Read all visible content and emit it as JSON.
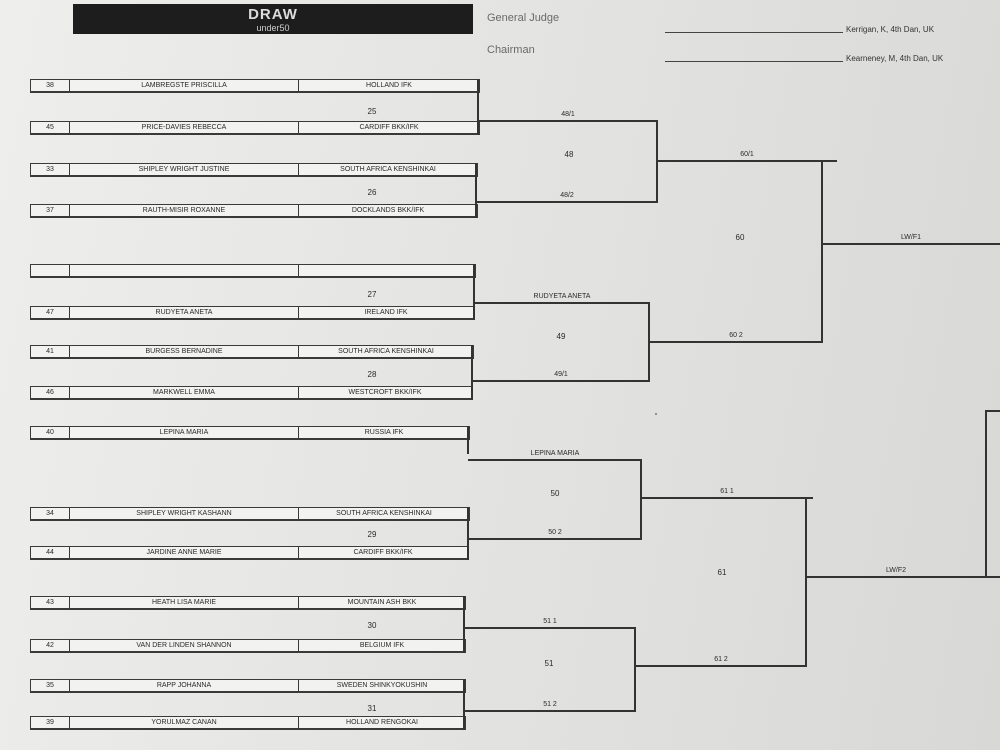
{
  "header": {
    "title": "DRAW",
    "subtitle": "under50",
    "general_judge_label": "General Judge",
    "general_judge_value": "Kerrigan, K, 4th Dan, UK",
    "chairman_label": "Chairman",
    "chairman_value": "Kearneney, M, 4th Dan, UK"
  },
  "entries": [
    {
      "no": "38",
      "name": "LAMBREGSTE PRISCILLA",
      "club": "HOLLAND IFK"
    },
    {
      "no": "45",
      "name": "PRICE-DAVIES REBECCA",
      "club": "CARDIFF BKK/IFK"
    },
    {
      "no": "33",
      "name": "SHIPLEY WRIGHT JUSTINE",
      "club": "SOUTH AFRICA KENSHINKAI"
    },
    {
      "no": "37",
      "name": "RAUTH-MISIR ROXANNE",
      "club": "DOCKLANDS BKK/IFK"
    },
    {
      "no": "",
      "name": "",
      "club": ""
    },
    {
      "no": "47",
      "name": "RUDYETA ANETA",
      "club": "IRELAND IFK"
    },
    {
      "no": "41",
      "name": "BURGESS BERNADINE",
      "club": "SOUTH AFRICA KENSHINKAI"
    },
    {
      "no": "46",
      "name": "MARKWELL EMMA",
      "club": "WESTCROFT BKK/IFK"
    },
    {
      "no": "40",
      "name": "LEPINA MARIA",
      "club": "RUSSIA IFK"
    },
    {
      "no": "34",
      "name": "SHIPLEY WRIGHT KASHANN",
      "club": "SOUTH AFRICA KENSHINKAI"
    },
    {
      "no": "44",
      "name": "JARDINE ANNE MARIE",
      "club": "CARDIFF BKK/IFK"
    },
    {
      "no": "43",
      "name": "HEATH LISA MARIE",
      "club": "MOUNTAIN ASH BKK"
    },
    {
      "no": "42",
      "name": "VAN DER LINDEN SHANNON",
      "club": "BELGIUM IFK"
    },
    {
      "no": "35",
      "name": "RAPP JOHANNA",
      "club": "SWEDEN SHINKYOKUSHIN"
    },
    {
      "no": "39",
      "name": "YORULMAZ CANAN",
      "club": "HOLLAND RENGOKAI"
    }
  ],
  "matches": {
    "m25": "25",
    "m26": "26",
    "m27": "27",
    "m28": "28",
    "m29": "29",
    "m30": "30",
    "m31": "31",
    "m48": "48",
    "m49": "49",
    "m50": "50",
    "m51": "51",
    "m60": "60",
    "m61": "61"
  },
  "slots": {
    "s48_1": "48/1",
    "s48_2": "48/2",
    "s49_1": "RUDYETA ANETA",
    "s49_2": "49/1",
    "s50_1": "LEPINA MARIA",
    "s50_2": "50 2",
    "s51_1": "51 1",
    "s51_2": "51 2",
    "s60_1": "60/1",
    "s60_2": "60 2",
    "s61_1": "61 1",
    "s61_2": "61 2",
    "f1": "LW/F1",
    "f2": "LW/F2"
  }
}
